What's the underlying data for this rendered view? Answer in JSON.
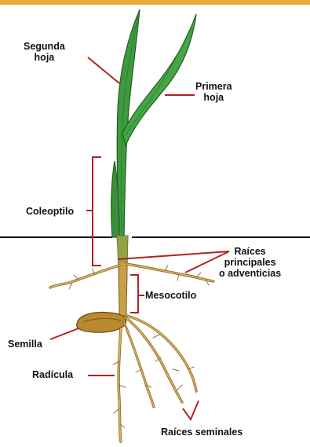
{
  "labels": {
    "segunda_hoja": "Segunda\nhoja",
    "primera_hoja": "Primera\nhoja",
    "coleoptilo": "Coleoptilo",
    "raices_principales": "Raíces\nprincipales\no adventicias",
    "mesocotilo": "Mesocotilo",
    "semilla": "Semilla",
    "radicula": "Radícula",
    "raices_seminales": "Raíces seminales"
  },
  "colors": {
    "background": "#ffffff",
    "top_border": "#e8a93a",
    "leaf_green": "#3f9a3f",
    "leaf_dark": "#1f5e22",
    "stem_tan": "#c9a047",
    "root_tan": "#d9b35b",
    "root_outline": "#7a5a1e",
    "seed": "#b8892e",
    "leader_line": "#b22222",
    "ground_line": "#111111"
  }
}
